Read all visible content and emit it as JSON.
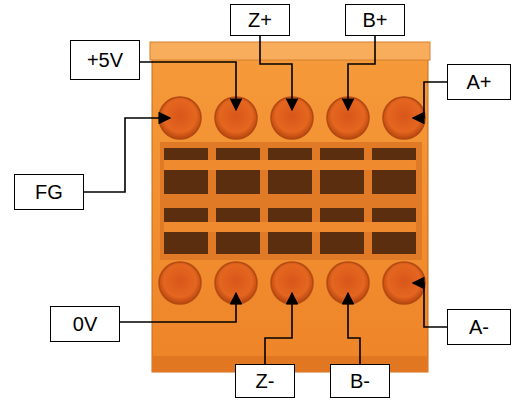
{
  "diagram": {
    "nodes": [
      {
        "text": [
          "Z+"
        ]
      },
      {
        "text": [
          "B+"
        ]
      },
      {
        "text": [
          "+5V"
        ]
      },
      {
        "text": [
          "A+"
        ]
      },
      {
        "text": [
          "FG"
        ]
      },
      {
        "text": [
          "0V"
        ]
      },
      {
        "text": [
          "A-"
        ]
      },
      {
        "text": [
          "Z-"
        ]
      },
      {
        "text": [
          "B-"
        ]
      }
    ]
  }
}
